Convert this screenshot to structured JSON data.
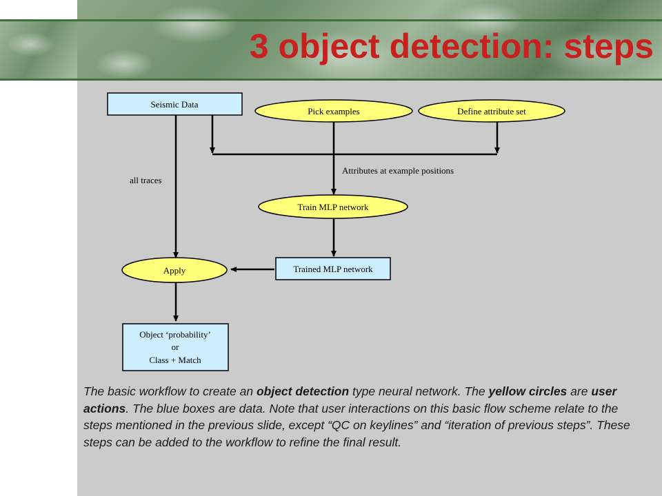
{
  "slide": {
    "title": "3 object detection: steps"
  },
  "diagram": {
    "nodes": {
      "seismic_data": "Seismic Data",
      "pick_examples": "Pick examples",
      "define_attribute_set": "Define attribute set",
      "train_mlp": "Train MLP network",
      "trained_mlp": "Trained MLP  network",
      "apply": "Apply",
      "output_line1": "Object ‘probability’",
      "output_line2": "or",
      "output_line3": "Class + Match"
    },
    "labels": {
      "all_traces": "all traces",
      "attributes_at_positions": "Attributes at example positions"
    },
    "colors": {
      "data_box_fill": "#cdeefe",
      "action_fill": "#ffff7a",
      "title_red": "#c8201e"
    }
  },
  "caption": {
    "p1": "The basic workflow to create an ",
    "b1": "object detection",
    "p2": " type neural network. The ",
    "b2": "yellow circles",
    "p3": " are ",
    "b3": "user actions",
    "p4": ". The blue boxes are data. Note that user interactions on this basic flow scheme relate to the steps mentioned in the previous slide, except “QC on keylines” and “iteration of previous steps”. These steps can be added to the workflow to refine the final result."
  }
}
